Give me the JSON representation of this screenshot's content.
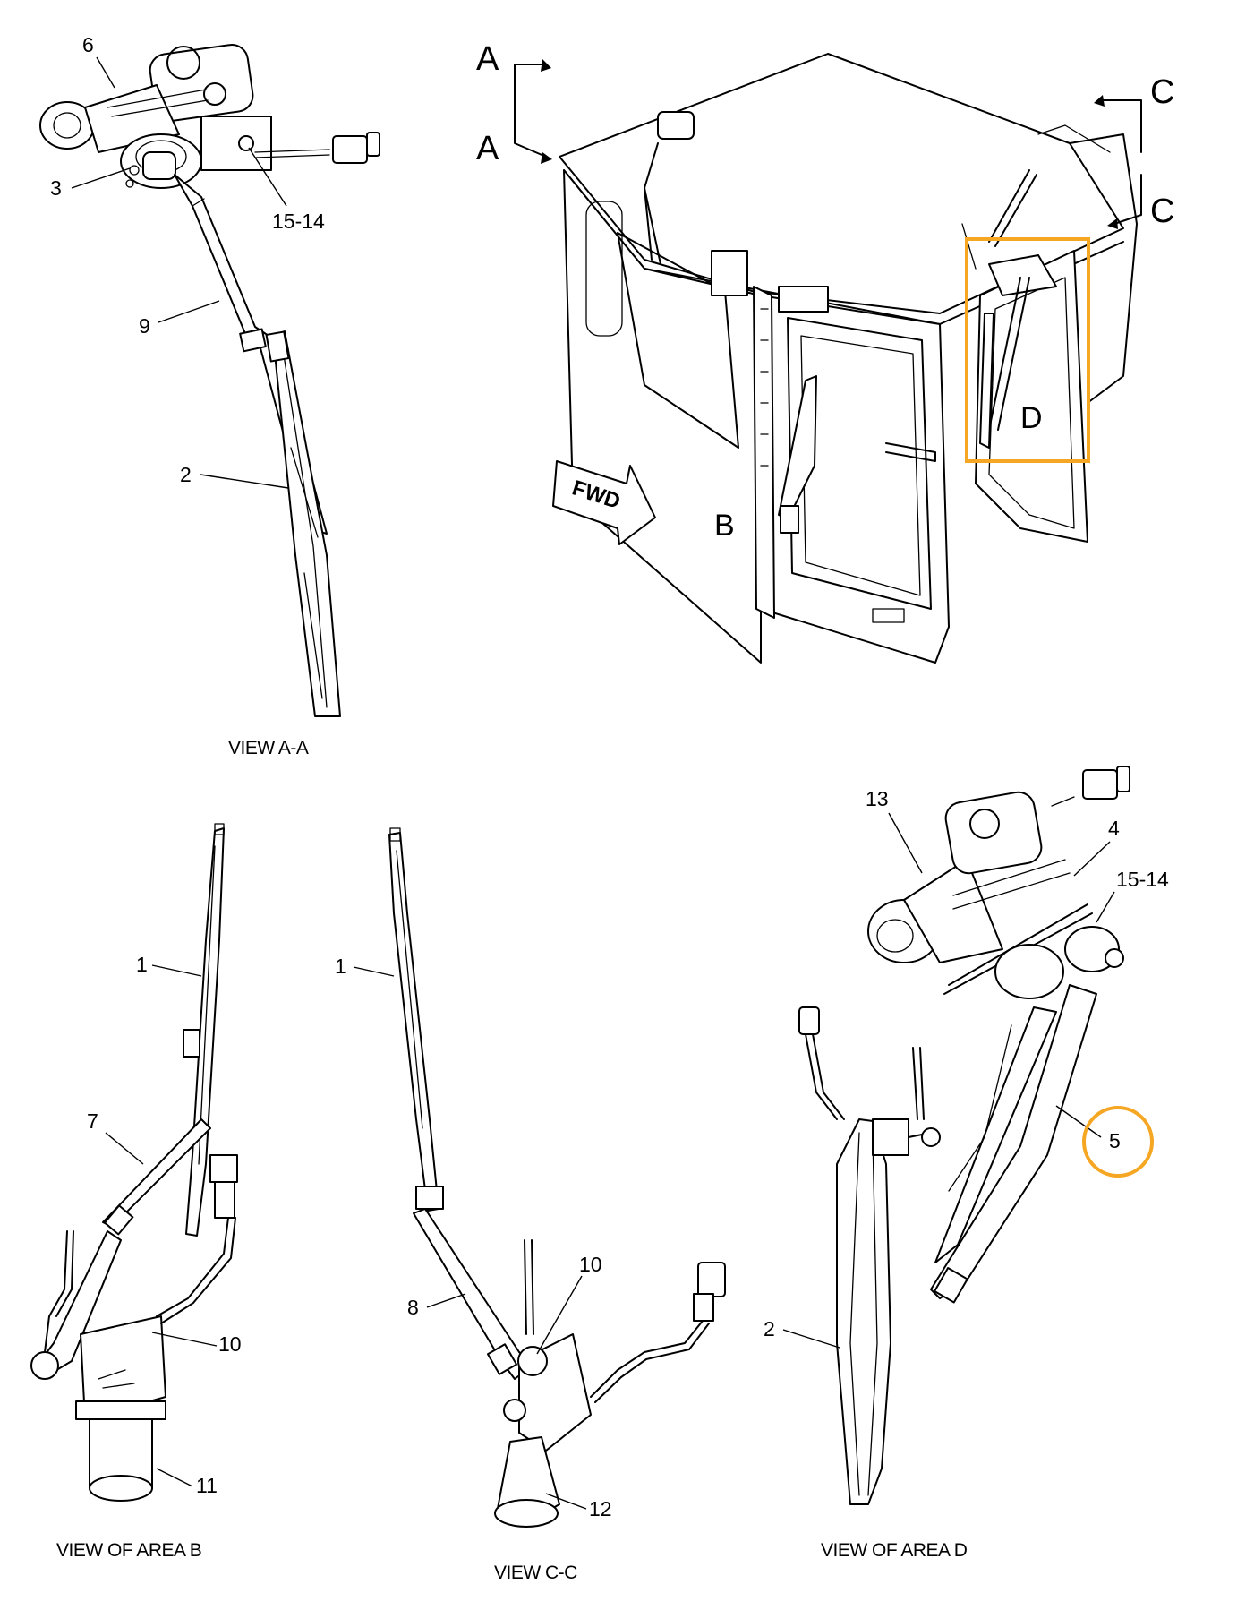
{
  "highlight_color": "#F5A623",
  "main_view": {
    "section_labels": [
      "A",
      "A",
      "C",
      "C"
    ],
    "area_labels": [
      "B",
      "D"
    ],
    "fwd_arrow_label": "FWD"
  },
  "views": [
    {
      "id": "view-a-a",
      "caption": "VIEW A-A",
      "callouts": [
        "6",
        "3",
        "15-14",
        "9",
        "2"
      ]
    },
    {
      "id": "view-area-b",
      "caption": "VIEW OF AREA B",
      "callouts": [
        "1",
        "7",
        "10",
        "11"
      ]
    },
    {
      "id": "view-c-c",
      "caption": "VIEW C-C",
      "callouts": [
        "1",
        "10",
        "8",
        "12"
      ]
    },
    {
      "id": "view-area-d",
      "caption": "VIEW OF AREA D",
      "callouts": [
        "13",
        "4",
        "15-14",
        "5",
        "2"
      ]
    }
  ]
}
